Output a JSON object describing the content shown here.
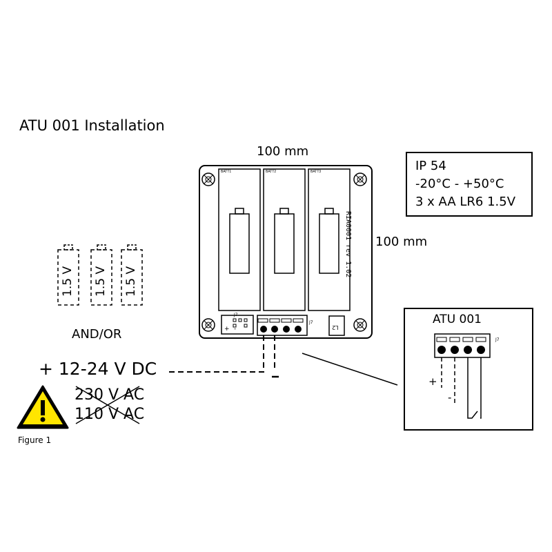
{
  "title": "ATU 001 Installation",
  "dimensions": {
    "width": "100 mm",
    "height": "100 mm"
  },
  "specs": [
    "IP 54",
    "-20°C - +50°C",
    "3 x AA LR6 1.5V"
  ],
  "board": {
    "model": "RIA0001 rev 1.02",
    "battery_slots": [
      "BATT1",
      "BATT2",
      "BATT3"
    ],
    "small_marks": [
      "J7",
      "L2",
      "+",
      "-"
    ]
  },
  "cells": [
    "1.5 V",
    "1.5 V",
    "1.5 V"
  ],
  "and_or": "AND/OR",
  "power": {
    "dc": "+ 12-24 V DC",
    "ac_crossed": [
      "230 V AC",
      "110 V AC"
    ],
    "minus": "-"
  },
  "detail": {
    "title": "ATU 001",
    "plus": "+",
    "minus": "-",
    "jumper": "J7"
  },
  "figure_label": "Figure 1",
  "colors": {
    "warning_fill": "#FFE500",
    "stroke": "#000000"
  }
}
